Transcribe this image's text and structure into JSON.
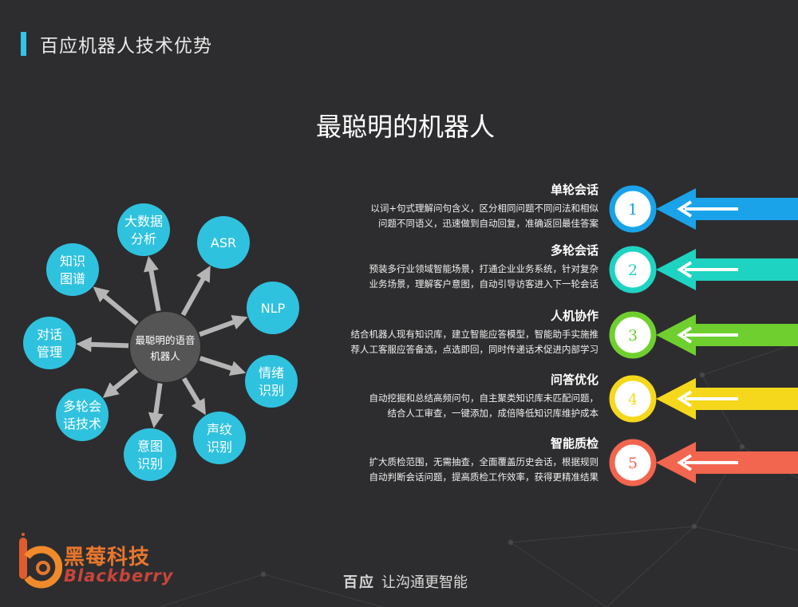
{
  "header": {
    "title": "百应机器人技术优势"
  },
  "main_title": "最聪明的机器人",
  "radial": {
    "center": [
      "最聪明的语音",
      "机器人"
    ],
    "nodes": [
      {
        "lines": [
          "大数据",
          "分析"
        ],
        "color": "#2fc2df"
      },
      {
        "lines": [
          "ASR"
        ],
        "color": "#2fc2df"
      },
      {
        "lines": [
          "NLP"
        ],
        "color": "#2fc2df"
      },
      {
        "lines": [
          "情绪",
          "识别"
        ],
        "color": "#2fc2df"
      },
      {
        "lines": [
          "声纹",
          "识别"
        ],
        "color": "#2fc2df"
      },
      {
        "lines": [
          "意图",
          "识别"
        ],
        "color": "#2fc2df"
      },
      {
        "lines": [
          "多轮会",
          "话技术"
        ],
        "color": "#2fc2df"
      },
      {
        "lines": [
          "对话",
          "管理"
        ],
        "color": "#2fc2df"
      },
      {
        "lines": [
          "知识",
          "图谱"
        ],
        "color": "#2fc2df"
      }
    ]
  },
  "features": [
    {
      "num": "1",
      "title": "单轮会话",
      "desc": [
        "以词+句式理解问句含义，区分相同问题不同问法和相似",
        "问题不同语义，迅速做到自动回复，准确返回最佳答案"
      ],
      "color": "#1aa3e8"
    },
    {
      "num": "2",
      "title": "多轮会话",
      "desc": [
        "预装多行业领域智能场景，打通企业业务系统，针对复杂",
        "业务场景，理解客户意图，自动引导访客进入下一轮会话"
      ],
      "color": "#1fd3c2"
    },
    {
      "num": "3",
      "title": "人机协作",
      "desc": [
        "结合机器人现有知识库，建立智能应答模型，智能助手实施推",
        "荐人工客服应答备选，点选即回，同时传递话术促进内部学习"
      ],
      "color": "#6fcf2f"
    },
    {
      "num": "4",
      "title": "问答优化",
      "desc": [
        "自动挖掘和总结高频问句，自主聚类知识库未匹配问题，",
        "结合人工审查，一键添加，成倍降低知识库维护成本"
      ],
      "color": "#f5d81c"
    },
    {
      "num": "5",
      "title": "智能质检",
      "desc": [
        "扩大质检范围，无需抽查，全面覆盖历史会话，根据规则",
        "自动判断会话问题，提高质检工作效率，获得更精准结果"
      ],
      "color": "#f2654e"
    }
  ],
  "footer": {
    "brand": "百应",
    "slogan": "让沟通更智能"
  },
  "logo": {
    "cn": "黑莓科技",
    "en": "Blackberry"
  },
  "colors": {
    "accent": "#32c5e6",
    "background": "#2d2d2f",
    "node": "#2fc2df",
    "center": "#555555",
    "arrow": "#b5b5b5"
  }
}
